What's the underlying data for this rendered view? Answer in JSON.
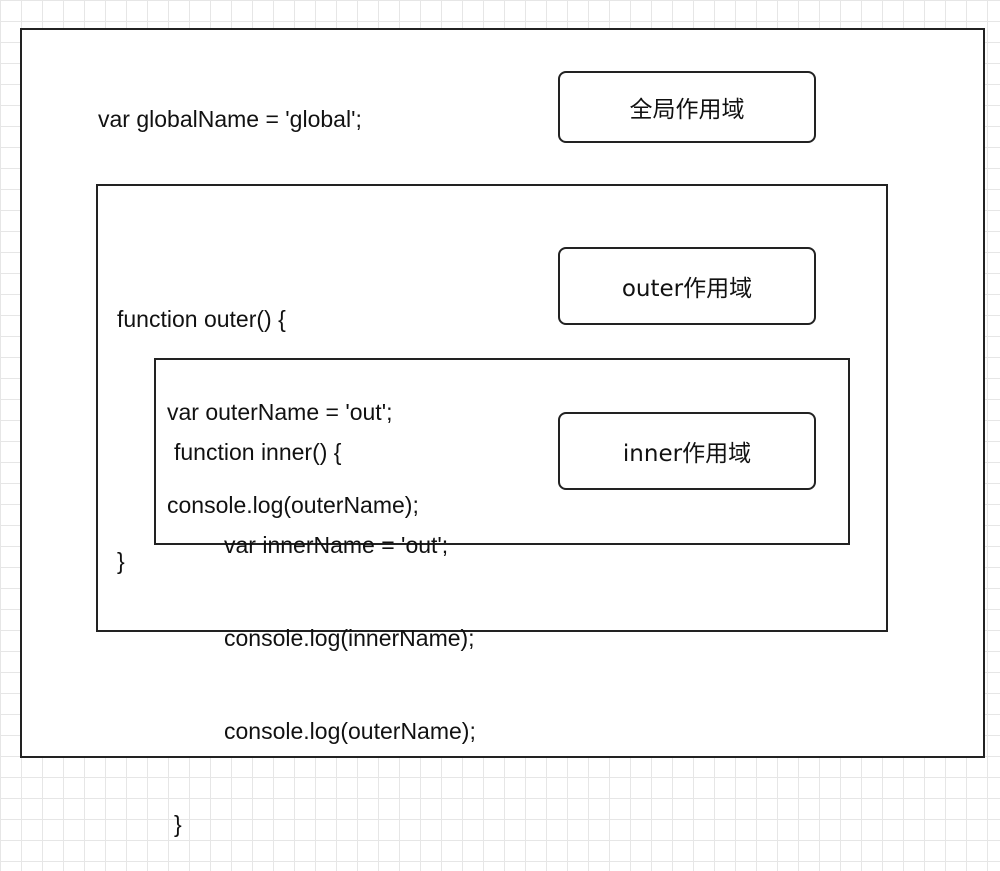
{
  "scopes": {
    "global": {
      "label": "全局作用域",
      "code": [
        "var globalName = 'global';"
      ]
    },
    "outer": {
      "label": "outer作用域",
      "open": "function outer() {",
      "body": [
        "var outerName = 'out';",
        "console.log(outerName);"
      ],
      "close": "}"
    },
    "inner": {
      "label": "inner作用域",
      "open": "function inner() {",
      "body": [
        "var innerName = 'out';",
        "console.log(innerName);",
        "console.log(outerName);"
      ],
      "close": "}"
    }
  }
}
